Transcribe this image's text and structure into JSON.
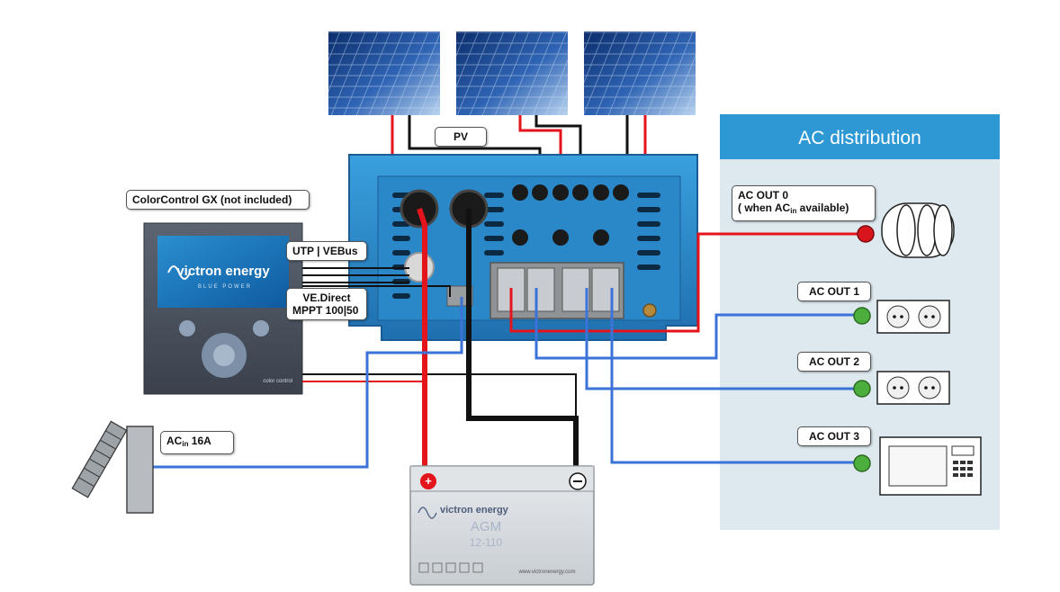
{
  "labels": {
    "pv": "PV",
    "colorcontrol": "ColorControl GX (not included)",
    "utp": "UTP | VEBus",
    "vedirect_line1": "VE.Direct",
    "vedirect_line2": "MPPT 100|50",
    "acin_prefix": "AC",
    "acin_sub": "in",
    "acin_suffix": " 16A",
    "acout0_line1": "AC  OUT 0",
    "acout0_line2_prefix": "( when AC",
    "acout0_line2_sub": "in",
    "acout0_line2_suffix": " available)",
    "acout1": "AC OUT 1",
    "acout2": "AC OUT 2",
    "acout3": "AC OUT 3"
  },
  "ac_distribution": {
    "title": "AC distribution"
  },
  "colors": {
    "dc_positive": "#e3141c",
    "negative": "#111111",
    "ac_line": "#3b73d8",
    "inverter_blue": "#2f8fd0",
    "ac_panel_bg": "#dde9ef",
    "ac_panel_header": "#2e98d5",
    "led_red": "#d8141c",
    "led_green": "#4cae3c"
  },
  "gx_panel": {
    "brand": "victron energy",
    "tagline": "BLUE POWER",
    "model": "color control"
  },
  "battery": {
    "brand": "victron energy",
    "model_line1": "AGM",
    "model_line2": "12-110",
    "website": "www.victronenergy.com"
  }
}
